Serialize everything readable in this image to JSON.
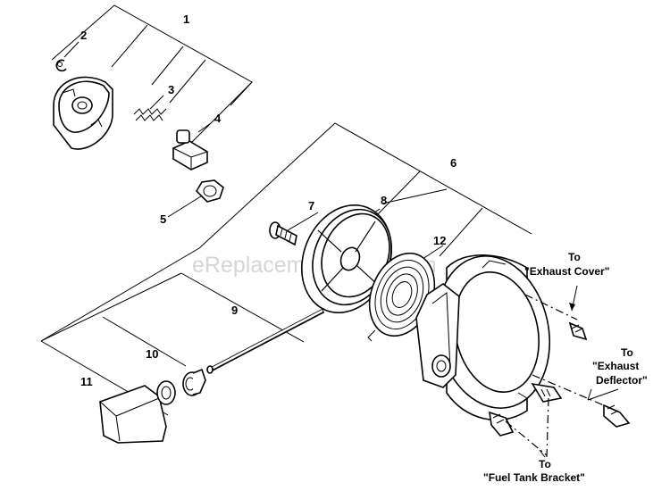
{
  "watermark": "eReplacementParts.com",
  "callouts": {
    "n1": "1",
    "n2": "2",
    "n3": "3",
    "n4": "4",
    "n5": "5",
    "n6": "6",
    "n7": "7",
    "n8": "8",
    "n9": "9",
    "n10": "10",
    "n11": "11",
    "n12": "12"
  },
  "notes": {
    "exhaust_cover": [
      "To",
      "\"Exhaust Cover\""
    ],
    "exhaust_deflector": [
      "To",
      "\"Exhaust",
      "Deflector\""
    ],
    "fuel_tank_bracket": [
      "To",
      "\"Fuel Tank Bracket\""
    ]
  },
  "colors": {
    "ink": "#000000",
    "watermark": "#d6d6d6",
    "background": "#ffffff"
  }
}
